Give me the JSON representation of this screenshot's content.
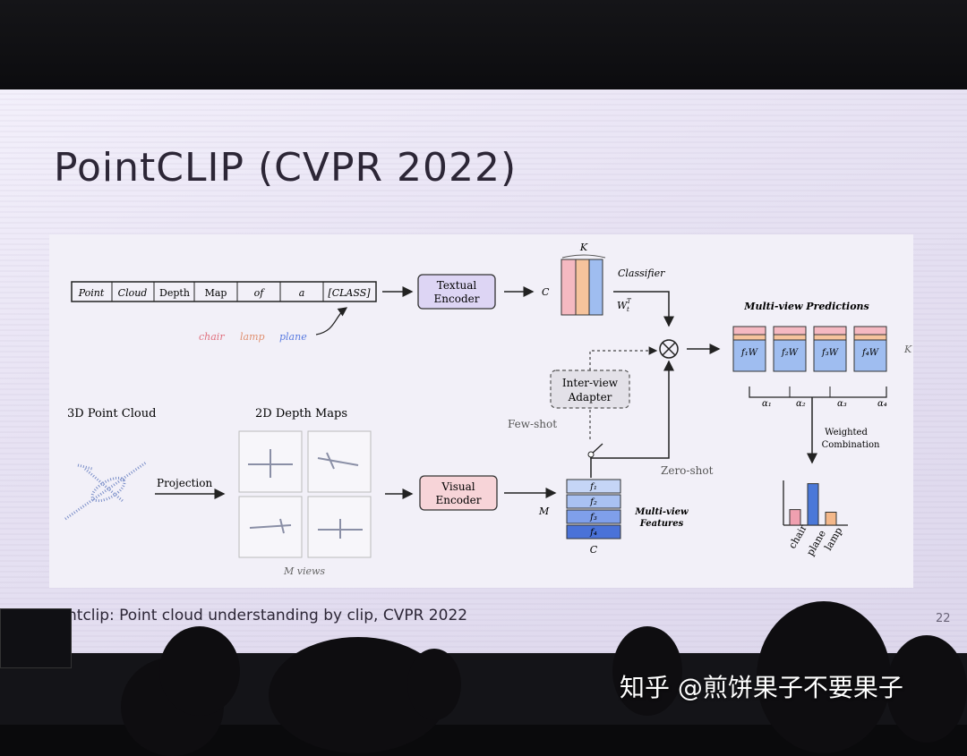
{
  "slide": {
    "title": "PointCLIP (CVPR 2022)",
    "citation": "ntclip: Point cloud understanding by clip, CVPR 2022",
    "page_number": "22"
  },
  "figure": {
    "prompt_tokens": [
      "Point",
      "Cloud",
      "Depth",
      "Map",
      "of",
      "a",
      "[CLASS]"
    ],
    "class_words": [
      {
        "text": "chair",
        "color": "#e0707e"
      },
      {
        "text": "lamp",
        "color": "#e09070"
      },
      {
        "text": "plane",
        "color": "#5a7be0"
      }
    ],
    "textual_encoder_line1": "Textual",
    "textual_encoder_line2": "Encoder",
    "k_label": "K",
    "c_label": "C",
    "classifier_label": "Classifier",
    "weight_label": "W",
    "weight_super": "T",
    "weight_sub": "t",
    "multiview_predictions_label": "Multi-view Predictions",
    "prediction_labels": [
      "f₁W",
      "f₂W",
      "f₃W",
      "f₄W"
    ],
    "alpha_labels": [
      "α₁",
      "α₂",
      "α₃",
      "α₄"
    ],
    "weighted_line1": "Weighted",
    "weighted_line2": "Combination",
    "interview_line1": "Inter-view",
    "interview_line2": "Adapter",
    "few_shot_label": "Few-shot",
    "zero_shot_label": "Zero-shot",
    "point_cloud_label": "3D Point Cloud",
    "depth_maps_label": "2D Depth Maps",
    "projection_label": "Projection",
    "m_views_label": "M views",
    "visual_encoder_line1": "Visual",
    "visual_encoder_line2": "Encoder",
    "m_label": "M",
    "feature_labels": [
      "f₁",
      "f₂",
      "f₃",
      "f₄"
    ],
    "multiview_features_line1": "Multi-view",
    "multiview_features_line2": "Features",
    "bar_categories": [
      "chair",
      "plane",
      "lamp"
    ],
    "bar_values": [
      0.3,
      0.8,
      0.25
    ],
    "bar_colors": [
      "#f0a0b0",
      "#4a78d8",
      "#f4b88a"
    ],
    "colors": {
      "pink": "#f5b9c1",
      "blue": "#9fbdf0",
      "orange": "#f6c39c",
      "textual_fill": "#ddd5f4",
      "visual_fill": "#f7d4d8",
      "feature_dark": "#4a72d8"
    }
  },
  "watermark": {
    "text": "知乎 @煎饼果子不要果子"
  }
}
